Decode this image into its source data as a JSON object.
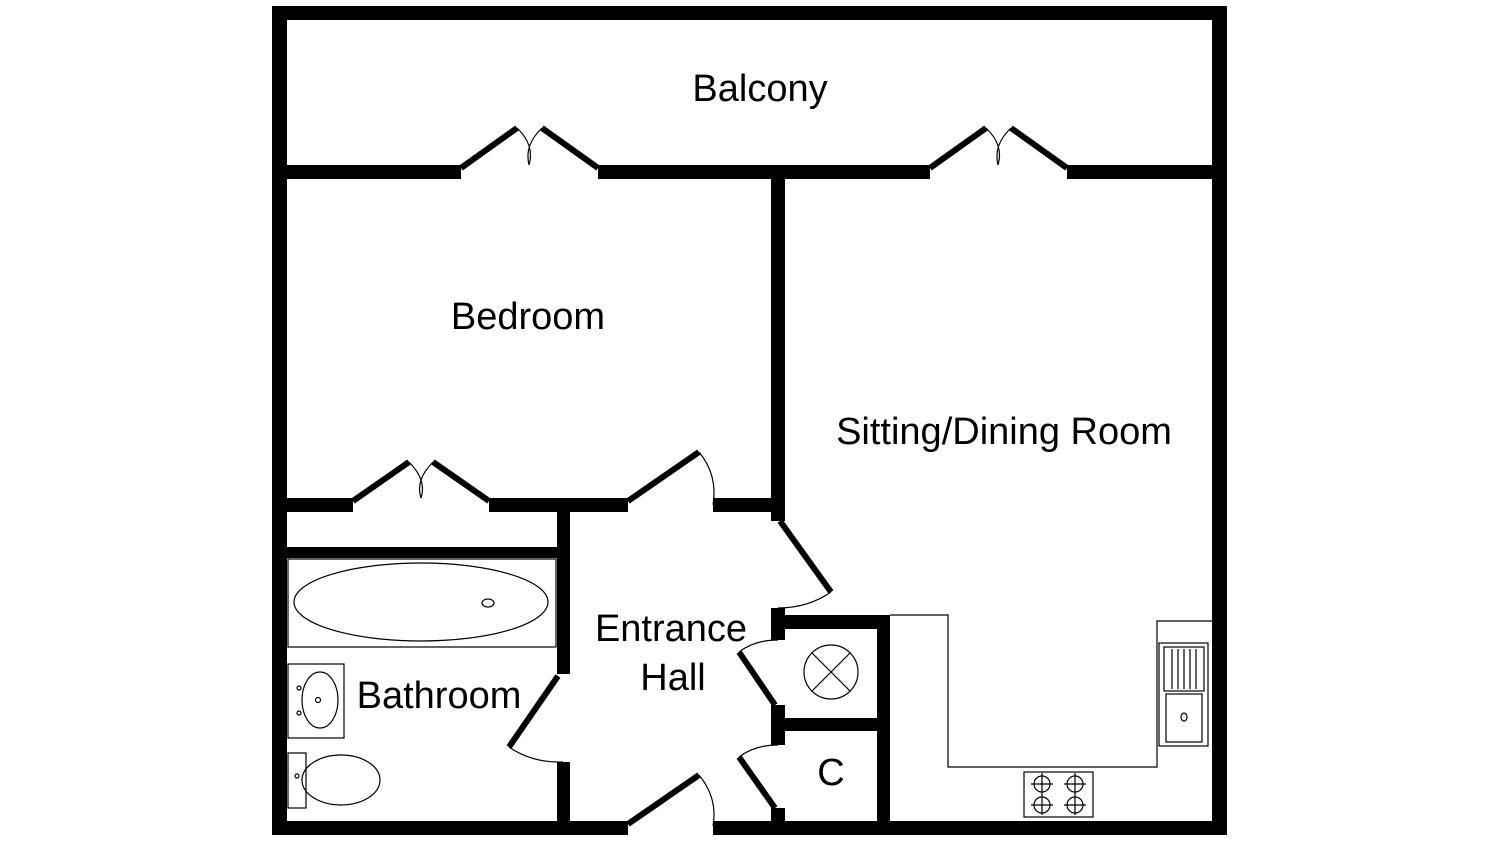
{
  "plan": {
    "rooms": {
      "balcony": "Balcony",
      "bedroom": "Bedroom",
      "sitting_dining": "Sitting/Dining Room",
      "entrance_hall_line1": "Entrance",
      "entrance_hall_line2": "Hall",
      "bathroom": "Bathroom",
      "cupboard": "C"
    },
    "colors": {
      "wall": "#000000",
      "background": "#ffffff"
    }
  }
}
